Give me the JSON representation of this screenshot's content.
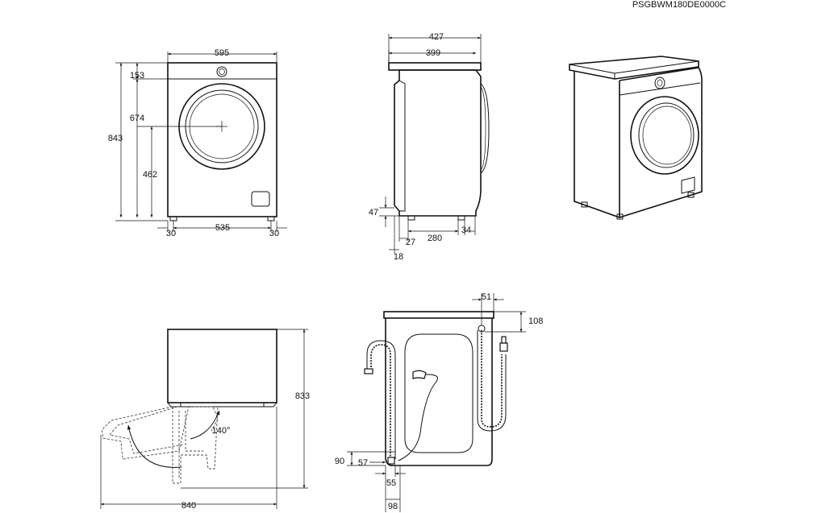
{
  "product_code": "PSGBWM180DE0000C",
  "front_view": {
    "width": "595",
    "height_total": "843",
    "height_top": "153",
    "height_door_center": "674",
    "height_door_bottom": "462",
    "foot_left": "30",
    "foot_span": "535",
    "foot_right": "30"
  },
  "side_view": {
    "depth_total": "427",
    "depth_body": "399",
    "foot_height": "47",
    "offset_front": "18",
    "offset_foot": "27",
    "foot_spacing": "280",
    "offset_rear": "34"
  },
  "top_view": {
    "depth_door_open": "833",
    "total_width_door_open": "840",
    "door_angle": "140°"
  },
  "rear_view": {
    "inlet_offset": "51",
    "inlet_height": "108",
    "drain_height": "90",
    "drain_offset_left": "57",
    "drain_foot": "55",
    "drain_width": "98"
  }
}
